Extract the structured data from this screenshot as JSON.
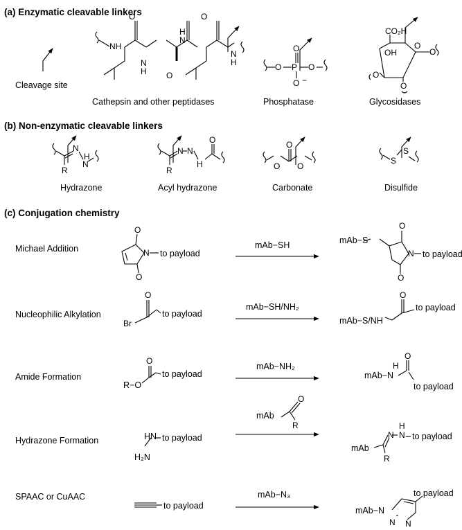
{
  "section_a": {
    "title": "(a) Enzymatic cleavable linkers",
    "cleavage_site": "Cleavage site",
    "cathepsin": "Cathepsin and other peptidases",
    "phosphatase": "Phosphatase",
    "glycosidases": "Glycosidases"
  },
  "section_b": {
    "title": "(b) Non-enzymatic cleavable linkers",
    "hydrazone": "Hydrazone",
    "acyl_hydrazone": "Acyl hydrazone",
    "carbonate": "Carbonate",
    "disulfide": "Disulfide"
  },
  "section_c": {
    "title": "(c) Conjugation chemistry",
    "rows": [
      {
        "name": "Michael Addition",
        "reagent": "mAb−SH"
      },
      {
        "name": "Nucleophilic Alkylation",
        "reagent": "mAb−SH/NH₂"
      },
      {
        "name": "Amide Formation",
        "reagent": "mAb−NH₂"
      },
      {
        "name": "Hydrazone Formation",
        "reagent": "mAb"
      },
      {
        "name": "SPAAC or CuAAC",
        "reagent": "mAb−N₃"
      }
    ]
  },
  "atoms": {
    "N": "N",
    "H": "H",
    "NH": "NH",
    "HN": "HN",
    "O": "O",
    "S": "S",
    "P": "P",
    "R": "R",
    "Br": "Br",
    "OH": "OH",
    "CO2H": "CO₂H",
    "H2N": "H₂N",
    "RO": "R−O",
    "minus": "−",
    "to_payload": "to payload",
    "mAb": "mAb",
    "mAbS": "mAb−S",
    "mAbSNH": "mAb−S/NH",
    "mAbN": "mAb−N"
  }
}
